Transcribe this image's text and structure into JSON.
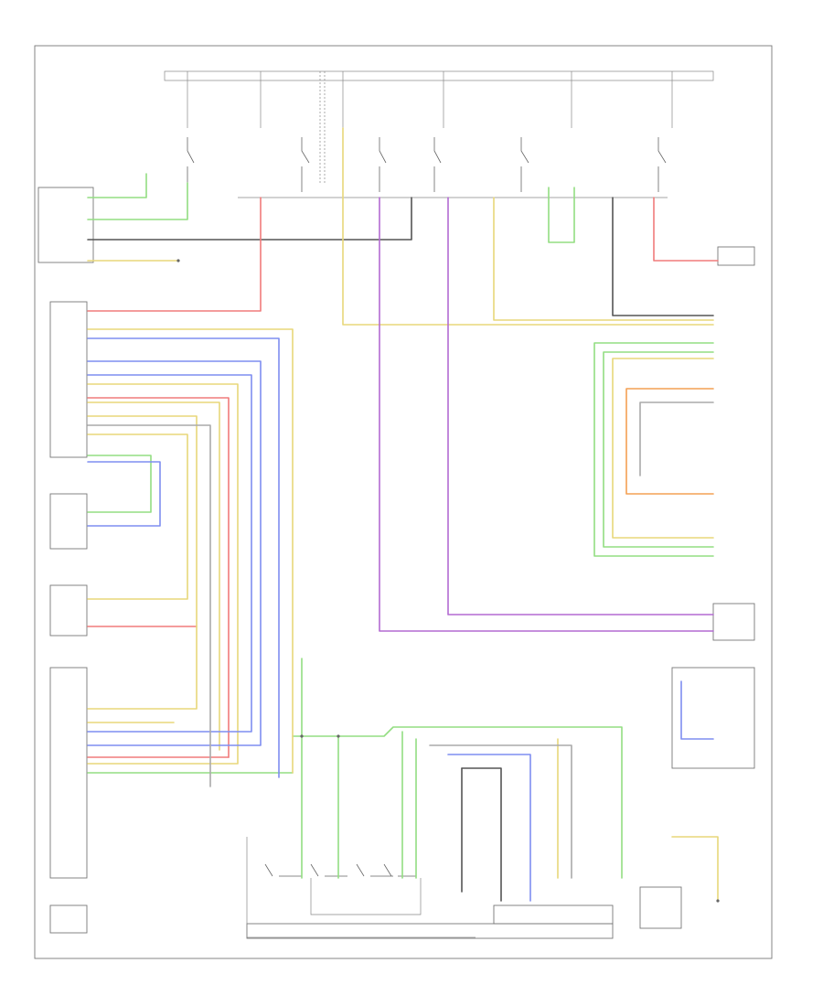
{
  "colors": {
    "red": "#f07b7b",
    "yellow": "#e8d77a",
    "green": "#93de82",
    "blue": "#7f8ef0",
    "violet": "#b36ad2",
    "orange": "#f4a053",
    "black": "#555555",
    "grey": "#aaaaaa",
    "frame": "#777777"
  },
  "diagram": {
    "components": [
      {
        "id": "warning-relay"
      },
      {
        "id": "dimmer-control-switch"
      },
      {
        "id": "dual-switch-assembly"
      },
      {
        "id": "body-control-module"
      },
      {
        "id": "footwell-module"
      },
      {
        "id": "hazard-switch"
      },
      {
        "id": "multifunction-switch"
      },
      {
        "id": "steering-column-switch-cluster"
      },
      {
        "id": "instrument-cluster"
      },
      {
        "id": "light-switch"
      },
      {
        "id": "electronic-brake-module"
      },
      {
        "id": "junction-box"
      },
      {
        "id": "fuse-box"
      }
    ]
  }
}
